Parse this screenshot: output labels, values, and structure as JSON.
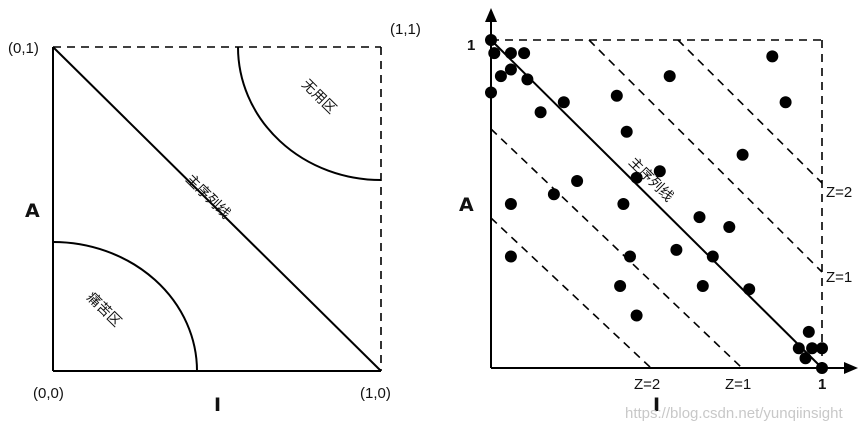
{
  "left": {
    "corner_00": "(0,0)",
    "corner_01": "(0,1)",
    "corner_10": "(1,0)",
    "corner_11": "(1,1)",
    "axis_x": "I",
    "axis_y": "A",
    "diagonal_label": "主序列线",
    "zone_useless": "无用区",
    "zone_pain": "痛苦区"
  },
  "right": {
    "tick_x_one": "1",
    "tick_y_one": "1",
    "axis_x": "I",
    "axis_y": "A",
    "diagonal_label": "主序列线",
    "z_labels": [
      "Z=2",
      "Z=1",
      "Z=2",
      "Z=1"
    ],
    "points": [
      [
        0.0,
        1.0
      ],
      [
        0.01,
        0.96
      ],
      [
        0.06,
        0.96
      ],
      [
        0.1,
        0.96
      ],
      [
        0.03,
        0.89
      ],
      [
        0.06,
        0.91
      ],
      [
        0.11,
        0.88
      ],
      [
        0.0,
        0.84
      ],
      [
        0.15,
        0.78
      ],
      [
        0.22,
        0.81
      ],
      [
        0.38,
        0.83
      ],
      [
        0.54,
        0.89
      ],
      [
        0.85,
        0.95
      ],
      [
        0.89,
        0.81
      ],
      [
        0.41,
        0.72
      ],
      [
        0.76,
        0.65
      ],
      [
        0.44,
        0.58
      ],
      [
        0.51,
        0.6
      ],
      [
        0.26,
        0.57
      ],
      [
        0.19,
        0.53
      ],
      [
        0.06,
        0.5
      ],
      [
        0.4,
        0.5
      ],
      [
        0.63,
        0.46
      ],
      [
        0.72,
        0.43
      ],
      [
        0.06,
        0.34
      ],
      [
        0.42,
        0.34
      ],
      [
        0.56,
        0.36
      ],
      [
        0.67,
        0.34
      ],
      [
        0.39,
        0.25
      ],
      [
        0.64,
        0.25
      ],
      [
        0.78,
        0.24
      ],
      [
        0.44,
        0.16
      ],
      [
        0.96,
        0.11
      ],
      [
        0.93,
        0.06
      ],
      [
        0.97,
        0.06
      ],
      [
        1.0,
        0.06
      ],
      [
        0.95,
        0.03
      ],
      [
        1.0,
        0.0
      ]
    ]
  },
  "watermark": "https://blog.csdn.net/yunqiinsight"
}
